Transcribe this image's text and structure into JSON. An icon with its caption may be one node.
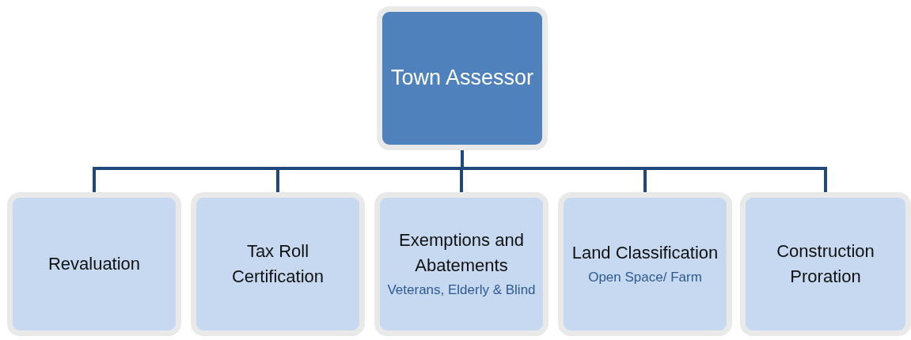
{
  "diagram": {
    "nodes": [
      {
        "text": [
          "Town Assessor"
        ]
      },
      {
        "text": [
          "Revaluation"
        ]
      },
      {
        "text": [
          "Tax Roll Certification"
        ]
      },
      {
        "text": [
          "Exemptions and Abatements",
          "Veterans, Elderly & Blind"
        ]
      },
      {
        "text": [
          "Land Classification",
          "Open Space/ Farm"
        ]
      },
      {
        "text": [
          "Construction Proration"
        ]
      }
    ],
    "edges": [
      {
        "from": 0,
        "to": 1,
        "arrow": "none"
      },
      {
        "from": 0,
        "to": 2,
        "arrow": "none"
      },
      {
        "from": 0,
        "to": 3,
        "arrow": "none"
      },
      {
        "from": 0,
        "to": 4,
        "arrow": "none"
      },
      {
        "from": 0,
        "to": 5,
        "arrow": "none"
      }
    ]
  }
}
